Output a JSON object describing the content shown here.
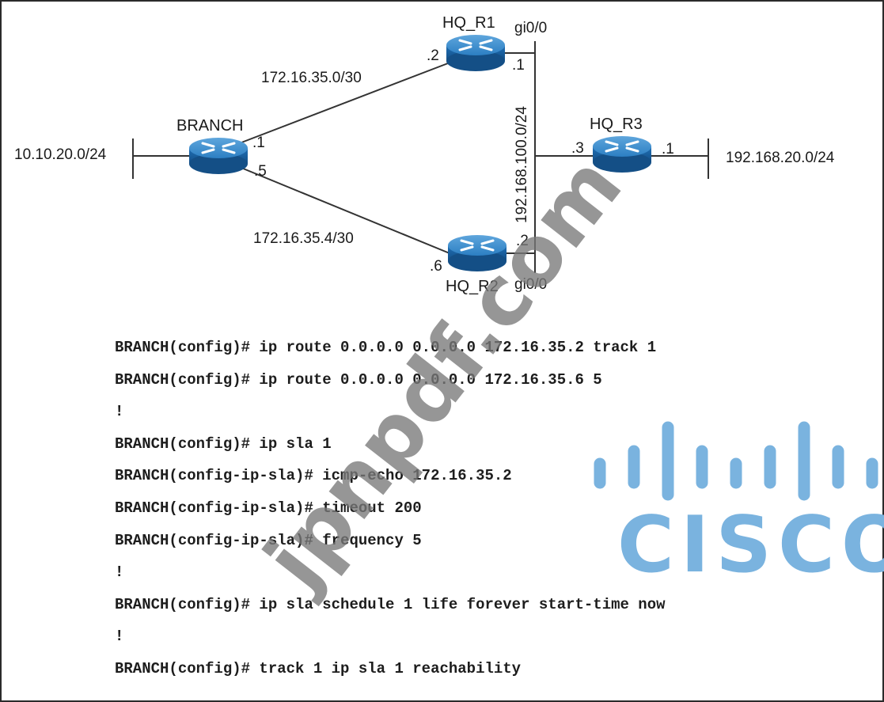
{
  "topology": {
    "routers": {
      "branch": "BRANCH",
      "hq_r1": "HQ_R1",
      "hq_r2": "HQ_R2",
      "hq_r3": "HQ_R3"
    },
    "subnets": {
      "branch_lan": "10.10.20.0/24",
      "branch_r1": "172.16.35.0/30",
      "branch_r2": "172.16.35.4/30",
      "hq_segment": "192.168.100.0/24",
      "r3_lan": "192.168.20.0/24"
    },
    "interfaces": {
      "r1_gi": "gi0/0",
      "r2_gi": "gi0/0"
    },
    "host_ids": {
      "branch_to_r1": ".1",
      "branch_to_r2": ".5",
      "r1_wan": ".2",
      "r1_lan": ".1",
      "r2_wan": ".6",
      "r2_lan": ".2",
      "r3_hq": ".3",
      "r3_lan": ".1"
    },
    "colors": {
      "router_body": "#1f6fb5",
      "router_top": "#4e98d4",
      "cisco_logo": "#7ab3df"
    }
  },
  "config_lines": [
    "BRANCH(config)# ip route 0.0.0.0 0.0.0.0 172.16.35.2 track 1",
    "BRANCH(config)# ip route 0.0.0.0 0.0.0.0 172.16.35.6 5",
    "!",
    "BRANCH(config)# ip sla 1",
    "BRANCH(config-ip-sla)# icmp-echo 172.16.35.2",
    "BRANCH(config-ip-sla)# timeout 200",
    "BRANCH(config-ip-sla)# frequency 5",
    "!",
    "BRANCH(config)# ip sla schedule 1 life forever start-time now",
    "!",
    "BRANCH(config)# track 1 ip sla 1 reachability"
  ],
  "logo": {
    "text": "CISCO"
  },
  "watermark": {
    "text": "jpnpdf.com"
  }
}
